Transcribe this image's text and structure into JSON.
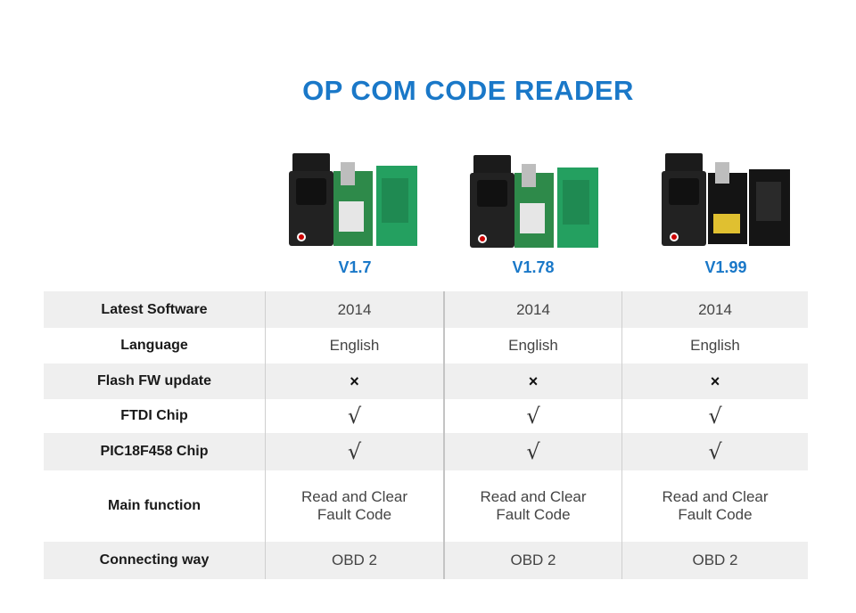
{
  "title": "OP COM CODE READER",
  "versions": [
    "V1.7",
    "V1.78",
    "V1.99"
  ],
  "colors": {
    "accent": "#1a78c8",
    "row_alt": "#efefef"
  },
  "table": {
    "rows": [
      {
        "label": "Latest Software",
        "values": [
          "2014",
          "2014",
          "2014"
        ]
      },
      {
        "label": "Language",
        "values": [
          "English",
          "English",
          "English"
        ]
      },
      {
        "label": "Flash FW update",
        "values": [
          "×",
          "×",
          "×"
        ]
      },
      {
        "label": "FTDI Chip",
        "values": [
          "√",
          "√",
          "√"
        ]
      },
      {
        "label": "PIC18F458 Chip",
        "values": [
          "√",
          "√",
          "√"
        ]
      },
      {
        "label": "Main function",
        "values": [
          "Read and Clear\nFault Code",
          "Read and Clear\nFault Code",
          "Read and Clear\nFault Code"
        ]
      },
      {
        "label": "Connecting way",
        "values": [
          "OBD 2",
          "OBD 2",
          "OBD 2"
        ]
      }
    ]
  }
}
